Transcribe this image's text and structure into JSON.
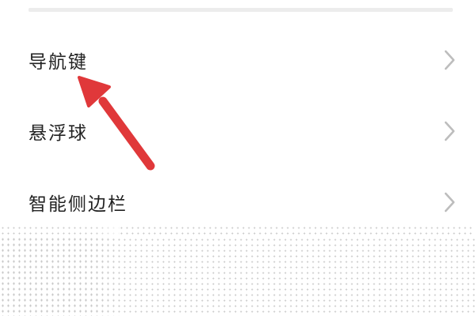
{
  "settings_list": {
    "items": [
      {
        "label": "导航键",
        "icon": "chevron-right-icon"
      },
      {
        "label": "悬浮球",
        "icon": "chevron-right-icon"
      },
      {
        "label": "智能侧边栏",
        "icon": "chevron-right-icon"
      }
    ]
  },
  "colors": {
    "annotation_arrow": "#e0383a",
    "text": "#222222",
    "chevron": "#bdbdbd",
    "divider": "#ececec"
  }
}
